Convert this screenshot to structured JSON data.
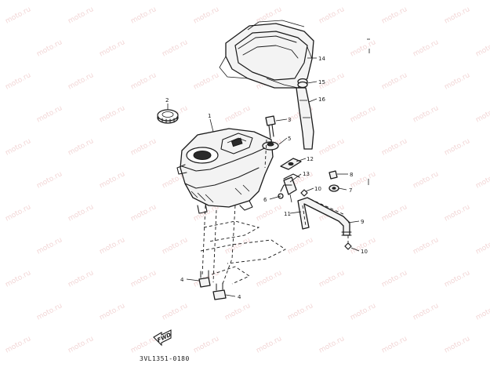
{
  "watermark": "moto.ru",
  "callouts": [
    {
      "id": "c1",
      "text": "1"
    },
    {
      "id": "c2",
      "text": "2"
    },
    {
      "id": "c3",
      "text": "3"
    },
    {
      "id": "c4a",
      "text": "4"
    },
    {
      "id": "c4b",
      "text": "4"
    },
    {
      "id": "c5",
      "text": "5"
    },
    {
      "id": "c6",
      "text": "6"
    },
    {
      "id": "c7",
      "text": "7"
    },
    {
      "id": "c8",
      "text": "8"
    },
    {
      "id": "c9",
      "text": "9"
    },
    {
      "id": "c10a",
      "text": "10"
    },
    {
      "id": "c10b",
      "text": "10"
    },
    {
      "id": "c11",
      "text": "11"
    },
    {
      "id": "c12",
      "text": "12"
    },
    {
      "id": "c13",
      "text": "13"
    },
    {
      "id": "c14",
      "text": "14"
    },
    {
      "id": "c15",
      "text": "15"
    },
    {
      "id": "c16",
      "text": "16"
    }
  ],
  "fwd_label": "FWD",
  "drawing_code": "3VL1351-0180"
}
